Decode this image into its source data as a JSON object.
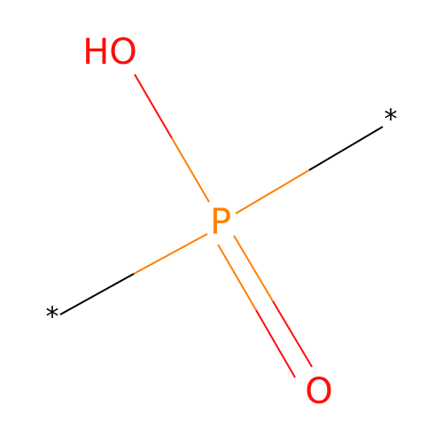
{
  "molecule": {
    "atoms": {
      "hydroxyl": {
        "label": "HO",
        "color": "#ff0d0d"
      },
      "phosphorus": {
        "label": "P",
        "color": "#ff8000"
      },
      "oxygen_double": {
        "label": "O",
        "color": "#ff0d0d"
      },
      "attachment_left": {
        "label": "*",
        "color": "#000000"
      },
      "attachment_right": {
        "label": "*",
        "color": "#000000"
      }
    },
    "bonds": [
      {
        "from": "phosphorus",
        "to": "hydroxyl",
        "order": 1
      },
      {
        "from": "phosphorus",
        "to": "attachment_right",
        "order": 1
      },
      {
        "from": "phosphorus",
        "to": "attachment_left",
        "order": 1
      },
      {
        "from": "phosphorus",
        "to": "oxygen_double",
        "order": 2
      }
    ]
  }
}
